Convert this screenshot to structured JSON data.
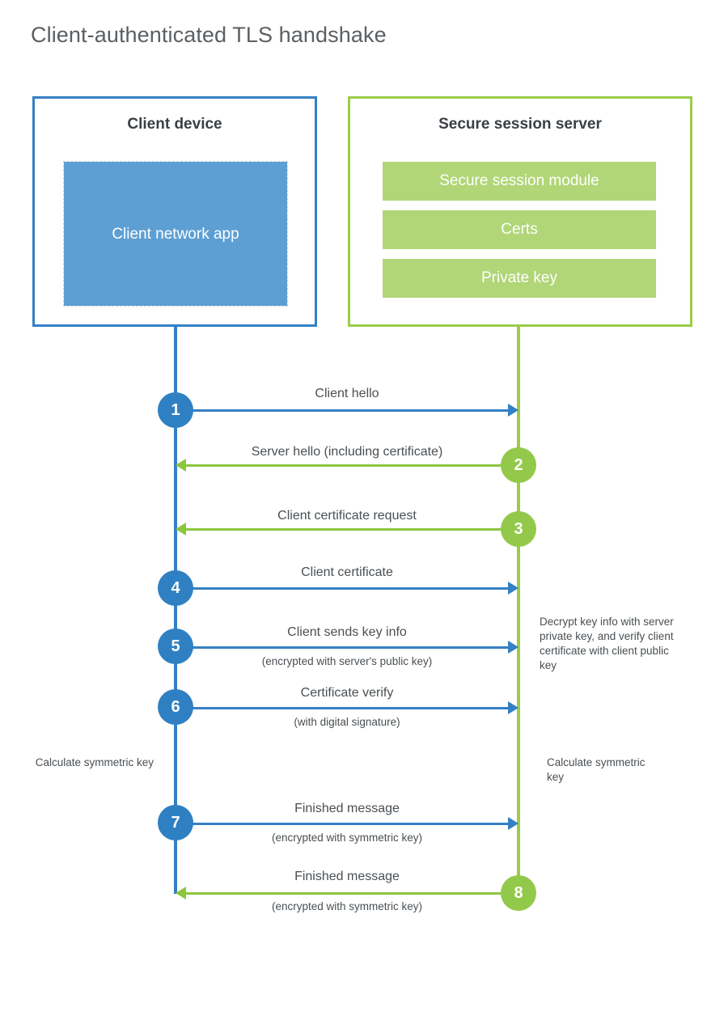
{
  "title": "Client-authenticated TLS handshake",
  "colors": {
    "client_border": "#3480c4",
    "client_block": "#5d9fd3",
    "server_border": "#9ccc48",
    "server_block": "#b0d677",
    "client_step": "#2f80c2",
    "server_step": "#93c94a",
    "text": "#4a4f53",
    "title_text": "#5a5f63",
    "background": "#ffffff"
  },
  "actors": {
    "client": {
      "title": "Client device",
      "block_label": "Client network app"
    },
    "server": {
      "title": "Secure session server",
      "modules": [
        {
          "label": "Secure session module"
        },
        {
          "label": "Certs"
        },
        {
          "label": "Private key"
        }
      ]
    }
  },
  "steps": [
    {
      "number": "1",
      "label": "Client hello",
      "sublabel": "",
      "direction": "client-to-server",
      "side": "client"
    },
    {
      "number": "2",
      "label": "Server hello (including certificate)",
      "sublabel": "",
      "direction": "server-to-client",
      "side": "server"
    },
    {
      "number": "3",
      "label": "Client certificate request",
      "sublabel": "",
      "direction": "server-to-client",
      "side": "server"
    },
    {
      "number": "4",
      "label": "Client certificate",
      "sublabel": "",
      "direction": "client-to-server",
      "side": "client"
    },
    {
      "number": "5",
      "label": "Client sends key info",
      "sublabel": "(encrypted with server's public key)",
      "direction": "client-to-server",
      "side": "client"
    },
    {
      "number": "6",
      "label": "Certificate verify",
      "sublabel": "(with digital signature)",
      "direction": "client-to-server",
      "side": "client"
    },
    {
      "number": "7",
      "label": "Finished message",
      "sublabel": "(encrypted with symmetric key)",
      "direction": "client-to-server",
      "side": "client"
    },
    {
      "number": "8",
      "label": "Finished message",
      "sublabel": "(encrypted with symmetric key)",
      "direction": "server-to-client",
      "side": "server"
    }
  ],
  "annotations": {
    "server_decrypt": "Decrypt key info with server private key, and verify client certificate with client public key",
    "client_calculate": "Calculate symmetric key",
    "server_calculate": "Calculate symmetric key"
  }
}
